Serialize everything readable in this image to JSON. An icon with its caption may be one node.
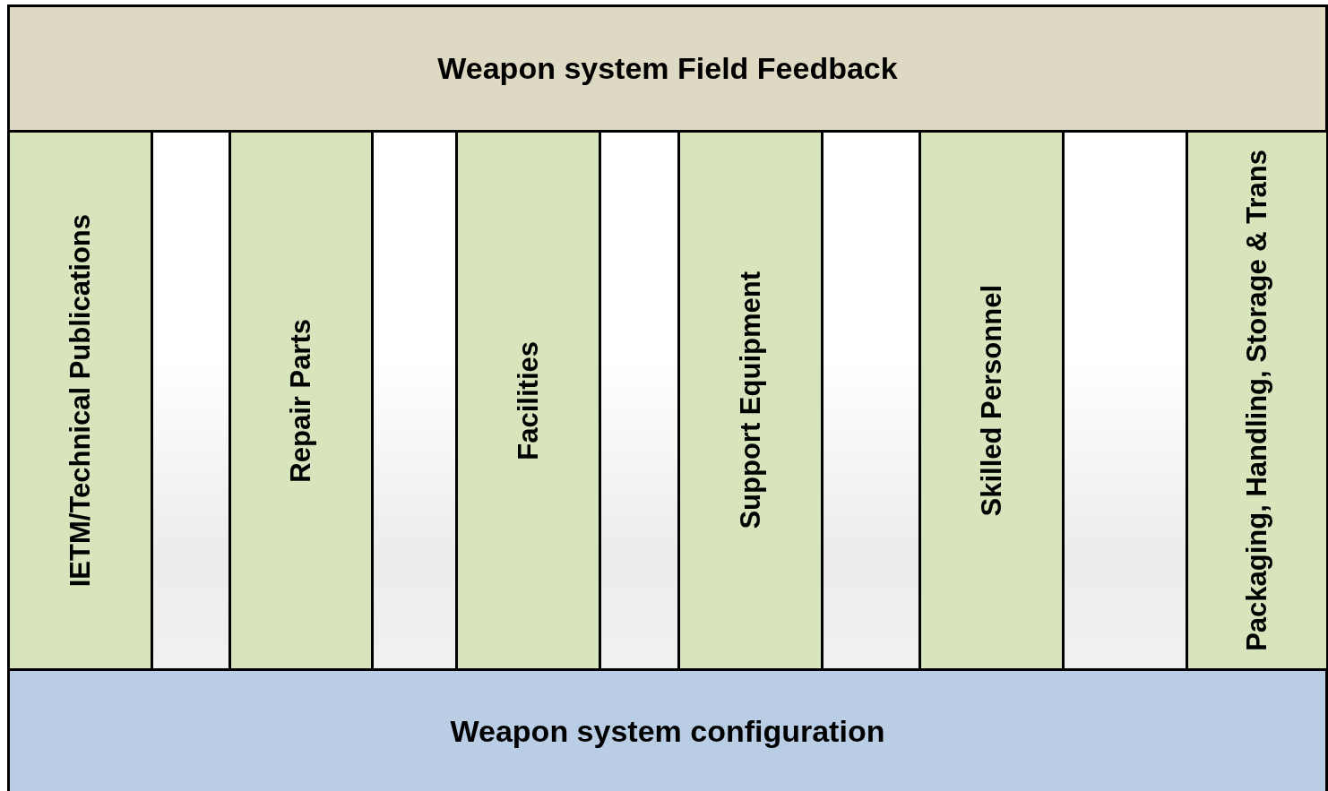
{
  "diagram": {
    "nodes": [
      {
        "text": [
          "Weapon system Field Feedback"
        ]
      },
      {
        "text": [
          "IETM/Technical Publications"
        ]
      },
      {
        "text": [
          "Repair Parts"
        ]
      },
      {
        "text": [
          "Facilities"
        ]
      },
      {
        "text": [
          "Support Equipment"
        ]
      },
      {
        "text": [
          "Skilled Personnel"
        ]
      },
      {
        "text": [
          "Packaging, Handling, Storage & Trans"
        ]
      },
      {
        "text": [
          "Weapon system configuration"
        ]
      }
    ]
  }
}
